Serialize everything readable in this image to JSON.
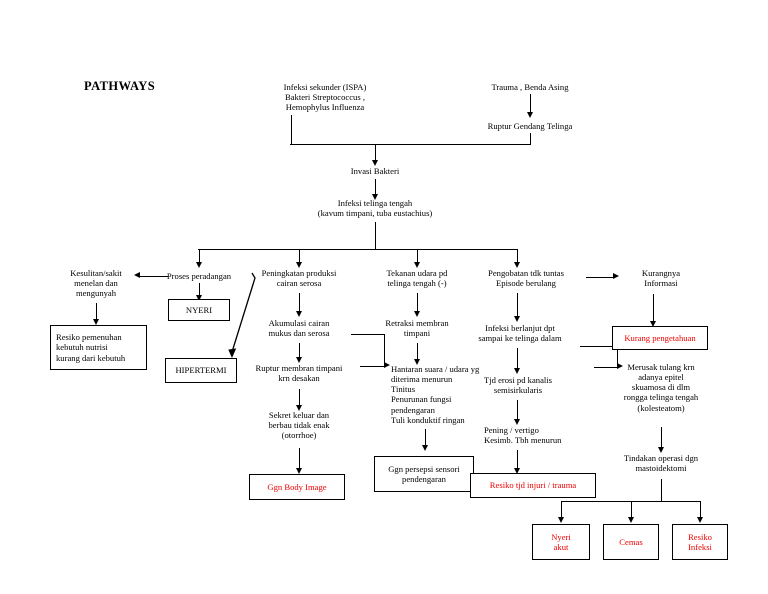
{
  "page": {
    "title": "PATHWAYS",
    "bg_color": "#ffffff",
    "text_color": "#000000",
    "red_color": "#ee0000"
  },
  "nodes": {
    "infeksi_sekunder": "Infeksi sekunder (ISPA)\nBakteri Streptococcus ,\nHemophylus Influenza",
    "trauma": "Trauma , Benda Asing",
    "ruptur_gendang": "Ruptur Gendang Telinga",
    "invasi_bakteri": "Invasi Bakteri",
    "infeksi_telinga_tengah": "Infeksi telinga tengah\n(kavum timpani, tuba eustachius)",
    "kesulitan_menelan": "Kesulitan/sakit\nmenelan dan\nmengunyah",
    "proses_peradangan": "Proses peradangan",
    "peningkatan_produksi": "Peningkatan produksi\ncairan serosa",
    "tekanan_udara": "Tekanan udara pd\ntelinga tengah (-)",
    "pengobatan_tdk_tuntas": "Pengobatan tdk tuntas\nEpisode berulang",
    "kurangnya_informasi": "Kurangnya\nInformasi",
    "akumulasi_cairan": "Akumulasi cairan\nmukus dan serosa",
    "retraksi_membran": "Retraksi membran\ntimpani",
    "infeksi_berlanjut": "Infeksi berlanjut dpt\nsampai ke telinga dalam",
    "ruptur_membran": "Ruptur membran timpani\nkrn desakan",
    "hantaran_suara": "Hantaran suara / udara yg\nditerima menurun\n Tinitus\nPenurunan fungsi\npendengaran\n Tuli konduktif ringan",
    "tjd_erosi": "Tjd erosi pd kanalis\nsemisirkularis",
    "merusak_tulang": "Merusak tulang krn\nadanya epitel\nskuamosa di dlm\nrongga telinga tengah\n(kolesteatom)",
    "sekret_keluar": "Sekret keluar dan\nberbau tidak enak\n(otorrhoe)",
    "pening_vertigo": "Pening / vertigo\nKesimb. Tbh menurun",
    "tindakan_operasi": "Tindakan operasi dgn\nmastoidektomi"
  },
  "boxes": {
    "nyeri": {
      "label": "NYERI",
      "color": "#000000"
    },
    "hipertermi": {
      "label": "HIPERTERMI",
      "color": "#000000"
    },
    "resiko_nutrisi": {
      "label": "Resiko pemenuhan\nkebutuh nutrisi\nkurang dari kebutuh",
      "color": "#000000"
    },
    "kurang_pengetahuan": {
      "label": "Kurang pengetahuan",
      "color": "#ee0000"
    },
    "ggn_body_image": {
      "label": "Ggn Body Image",
      "color": "#ee0000"
    },
    "ggn_persepsi": {
      "label": "Ggn persepsi sensori\npendengaran",
      "color": "#000000"
    },
    "resiko_injuri": {
      "label": "Resiko tjd injuri / trauma",
      "color": "#ee0000"
    },
    "nyeri_akut": {
      "label": "Nyeri\nakut",
      "color": "#ee0000"
    },
    "cemas": {
      "label": "Cemas",
      "color": "#ee0000"
    },
    "resiko_infeksi": {
      "label": "Resiko\nInfeksi",
      "color": "#ee0000"
    }
  }
}
